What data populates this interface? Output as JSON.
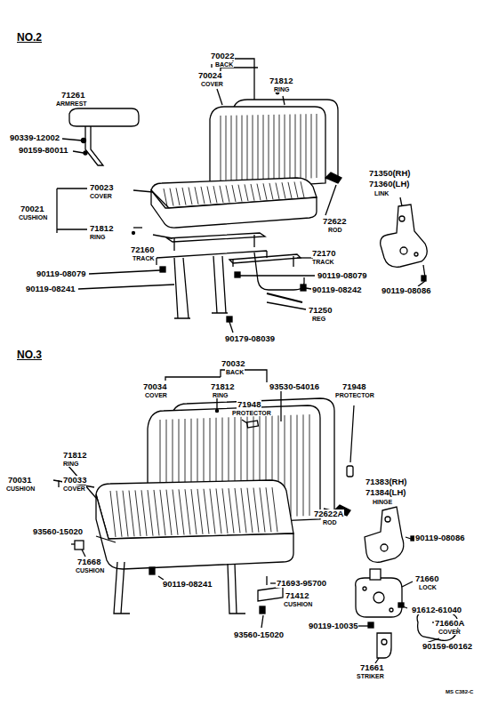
{
  "diagram": {
    "labels": [
      "NO.2",
      "70022",
      "BACK",
      "70024",
      "COVER",
      "71812",
      "RING",
      "71261",
      "ARMREST",
      "90339-12002",
      "90159-80011",
      "71350(RH)",
      "71360(LH)",
      "LINK",
      "70023",
      "COVER",
      "70021",
      "CUSHION",
      "71812",
      "RING",
      "72622",
      "ROD",
      "72160",
      "TRACK",
      "72170",
      "TRACK",
      "90119-08079",
      "90119-08079",
      "90119-08241",
      "90119-08242",
      "90119-08086",
      "71250",
      "REG",
      "90179-08039",
      "NO.3",
      "70032",
      "BACK",
      "70034",
      "COVER",
      "71812",
      "RING",
      "93530-54016",
      "71948",
      "PROTECTOR",
      "71948",
      "PROTECTOR",
      "71812",
      "RING",
      "70031",
      "CUSHION",
      "70033",
      "COVER",
      "71383(RH)",
      "71384(LH)",
      "HINGE",
      "72622A",
      "ROD",
      "90119-08086",
      "93560-15020",
      "71668",
      "CUSHION",
      "90119-08241",
      "71693-95700",
      "71412",
      "CUSHION",
      "93560-15020",
      "71660",
      "LOCK",
      "91612-61040",
      "90119-10035",
      "71660A",
      "COVER",
      "90159-60162",
      "71661",
      "STRIKER",
      "MS C382-C"
    ]
  }
}
